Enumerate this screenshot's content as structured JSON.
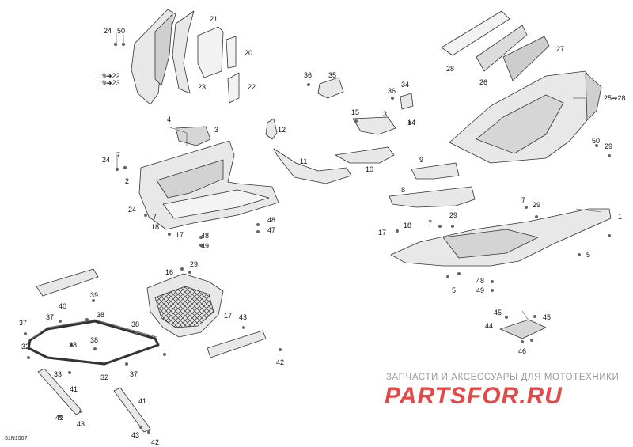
{
  "diagram": {
    "reference_code": "31N1907",
    "watermark": {
      "tagline": "ЗАПЧАСТИ И АКСЕССУАРЫ ДЛЯ МОТОТЕХНИКИ",
      "logo": "PARTSFOR.RU"
    },
    "callouts": [
      {
        "text": "24"
      },
      {
        "text": "50"
      },
      {
        "text": "19➔22"
      },
      {
        "text": "19➔23"
      },
      {
        "text": "21"
      },
      {
        "text": "20"
      },
      {
        "text": "23"
      },
      {
        "text": "22"
      },
      {
        "text": "4"
      },
      {
        "text": "3"
      },
      {
        "text": "7"
      },
      {
        "text": "24"
      },
      {
        "text": "2"
      },
      {
        "text": "24"
      },
      {
        "text": "7"
      },
      {
        "text": "18"
      },
      {
        "text": "17"
      },
      {
        "text": "48"
      },
      {
        "text": "49"
      },
      {
        "text": "48"
      },
      {
        "text": "47"
      },
      {
        "text": "12"
      },
      {
        "text": "11"
      },
      {
        "text": "36"
      },
      {
        "text": "35"
      },
      {
        "text": "36"
      },
      {
        "text": "34"
      },
      {
        "text": "15"
      },
      {
        "text": "13"
      },
      {
        "text": "14"
      },
      {
        "text": "10"
      },
      {
        "text": "9"
      },
      {
        "text": "8"
      },
      {
        "text": "28"
      },
      {
        "text": "26"
      },
      {
        "text": "27"
      },
      {
        "text": "25➔28"
      },
      {
        "text": "50"
      },
      {
        "text": "29"
      },
      {
        "text": "7"
      },
      {
        "text": "29"
      },
      {
        "text": "1"
      },
      {
        "text": "7"
      },
      {
        "text": "29"
      },
      {
        "text": "17"
      },
      {
        "text": "18"
      },
      {
        "text": "5"
      },
      {
        "text": "5"
      },
      {
        "text": "48"
      },
      {
        "text": "49"
      },
      {
        "text": "45"
      },
      {
        "text": "45"
      },
      {
        "text": "44"
      },
      {
        "text": "46"
      },
      {
        "text": "29"
      },
      {
        "text": "16"
      },
      {
        "text": "17"
      },
      {
        "text": "39"
      },
      {
        "text": "40"
      },
      {
        "text": "37"
      },
      {
        "text": "38"
      },
      {
        "text": "37"
      },
      {
        "text": "32"
      },
      {
        "text": "38"
      },
      {
        "text": "38"
      },
      {
        "text": "38"
      },
      {
        "text": "32"
      },
      {
        "text": "33"
      },
      {
        "text": "37"
      },
      {
        "text": "41"
      },
      {
        "text": "42"
      },
      {
        "text": "43"
      },
      {
        "text": "41"
      },
      {
        "text": "43"
      },
      {
        "text": "42"
      },
      {
        "text": "43"
      },
      {
        "text": "42"
      }
    ]
  }
}
